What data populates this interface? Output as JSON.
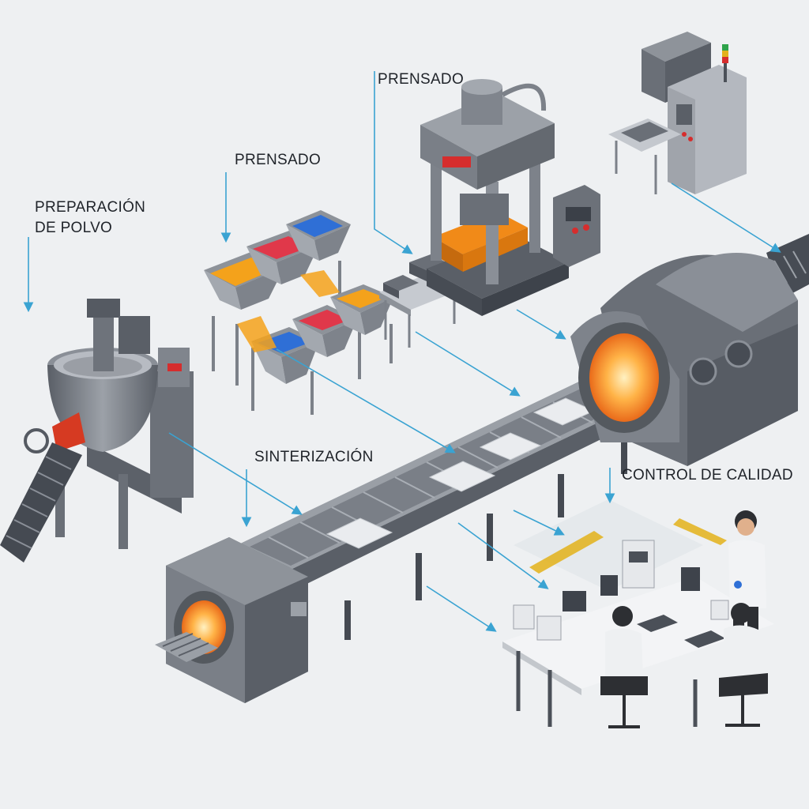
{
  "labels": {
    "preparacion_line1": "PREPARACIÓN",
    "preparacion_line2": "DE POLVO",
    "prensado_top": "PRENSADO",
    "prensado_left": "PRENSADO",
    "sinterizacion": "SINTERIZACIÓN",
    "control_calidad": "CONTROL DE CALIDAD"
  },
  "colors": {
    "background": "#eef0f2",
    "machine": "#7b8089",
    "machine_light": "#b8bcc3",
    "machine_dark": "#4b5058",
    "arrow": "#3aa3d2",
    "heat": "#ffb347",
    "powder_orange": "#f4a21b",
    "powder_red": "#e0384a",
    "powder_blue": "#2f6fd6",
    "accent_red": "#d62d2d"
  }
}
